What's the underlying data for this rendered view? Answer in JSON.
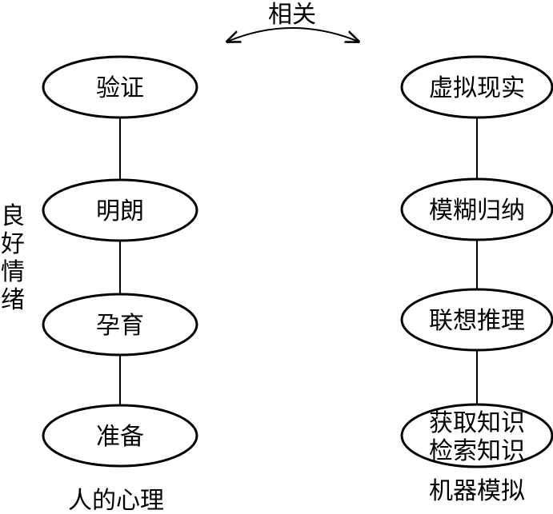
{
  "top_label": "相关",
  "left_column": {
    "nodes": [
      "验证",
      "明朗",
      "孕育",
      "准备"
    ],
    "caption": "人的心理",
    "side_label": [
      "良",
      "好",
      "情",
      "绪"
    ]
  },
  "right_column": {
    "nodes": [
      [
        "虚拟现实"
      ],
      [
        "模糊归纳"
      ],
      [
        "联想推理"
      ],
      [
        "获取知识",
        "检索知识"
      ]
    ],
    "caption": "机器模拟"
  },
  "colors": {
    "stroke": "#000000",
    "fill": "#ffffff"
  }
}
